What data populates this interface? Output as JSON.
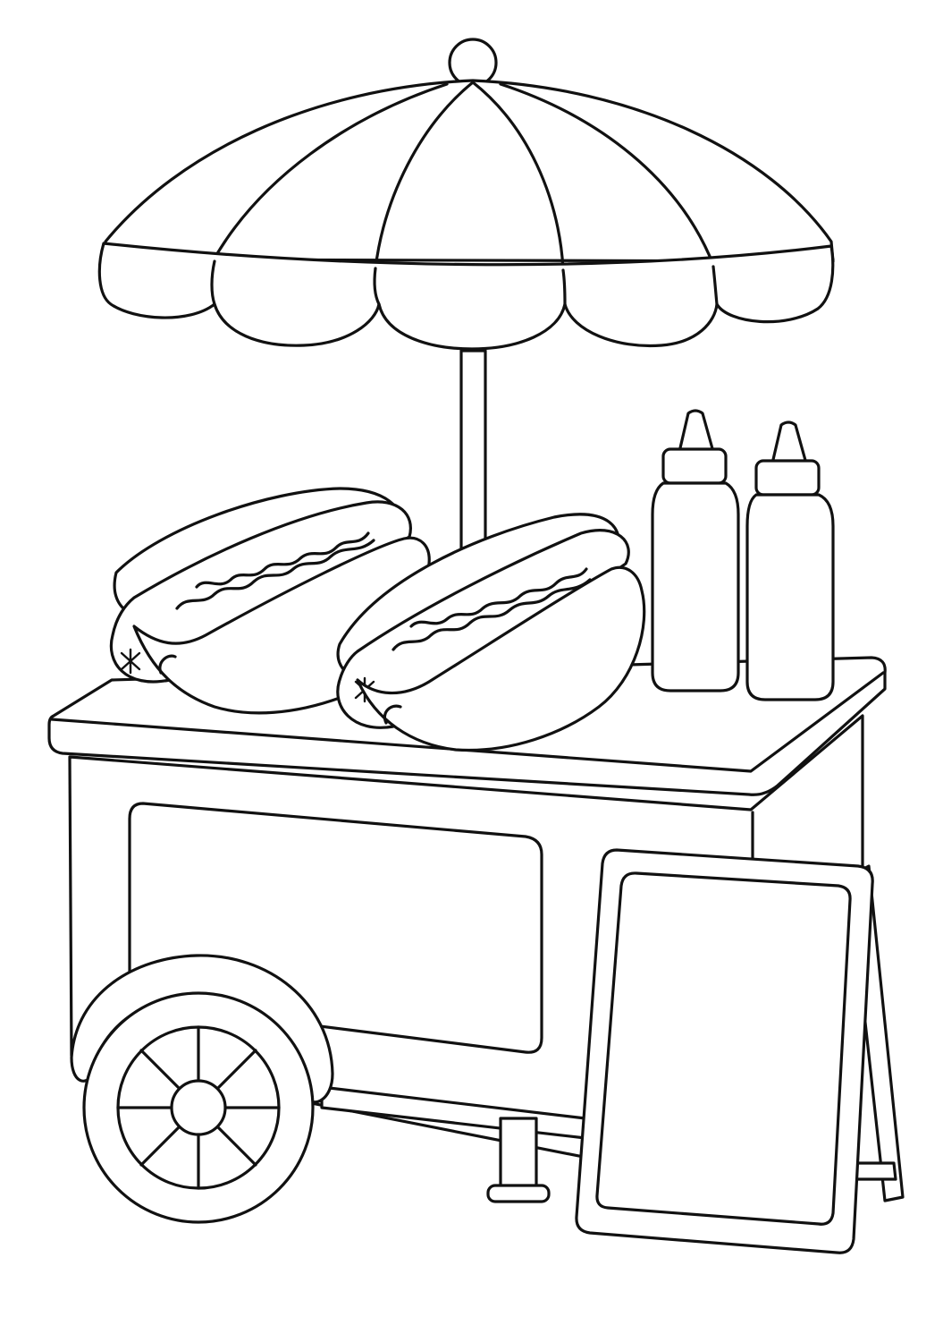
{
  "image": {
    "kind": "coloring-page",
    "subject": "hot dog cart",
    "line_color": "#111111",
    "background_color": "#ffffff",
    "objects": [
      "umbrella",
      "hot-dog",
      "hot-dog",
      "condiment-bottle",
      "condiment-bottle",
      "cart",
      "wheel",
      "sandwich-board-sign"
    ]
  }
}
